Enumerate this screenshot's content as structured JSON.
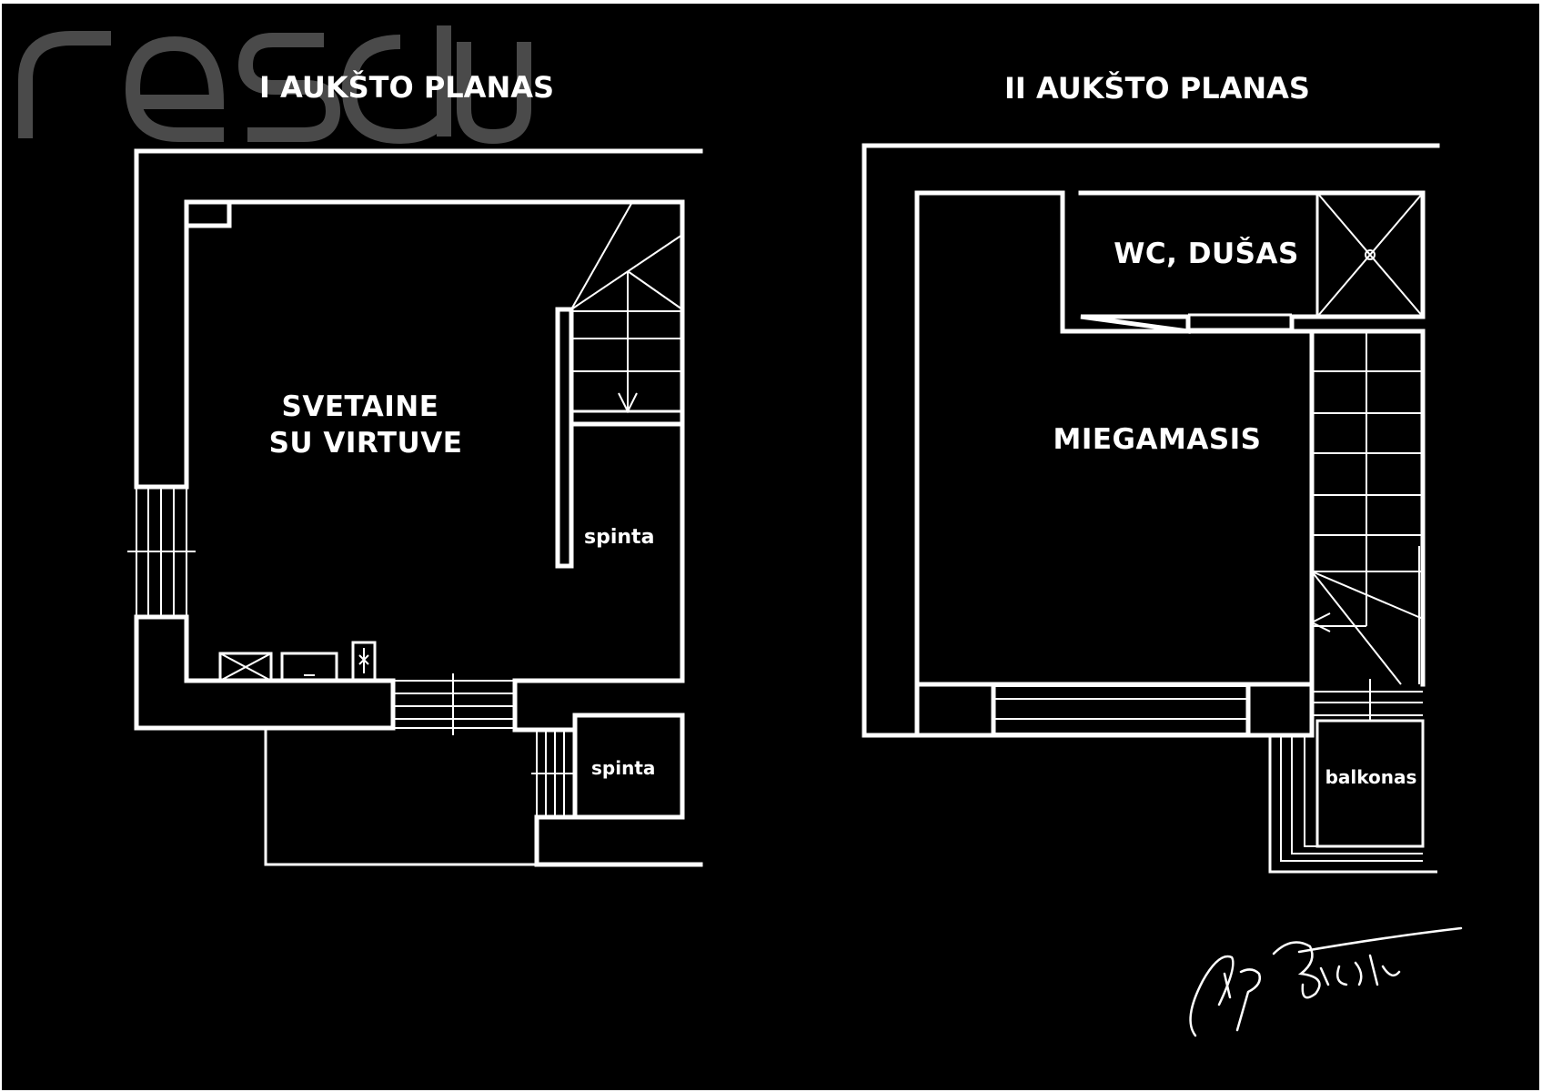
{
  "colors": {
    "background": "#000000",
    "lines": "#ffffff",
    "logo": "#4a4a4a"
  },
  "logo": {
    "text": "resolu",
    "icon": "resolu-logo"
  },
  "signature": {
    "text": "Vip Būstas",
    "icon": "signature-mark"
  },
  "floor1": {
    "title": "I AUKŠTO PLANAS",
    "rooms": {
      "living_line1": "SVETAINE",
      "living_line2": "SU VIRTUVE",
      "closet_right": "spinta",
      "closet_bottom": "spinta"
    }
  },
  "floor2": {
    "title": "II AUKŠTO PLANAS",
    "rooms": {
      "wc": "WC, DUŠAS",
      "bedroom": "MIEGAMASIS",
      "balcony": "balkonas"
    }
  }
}
